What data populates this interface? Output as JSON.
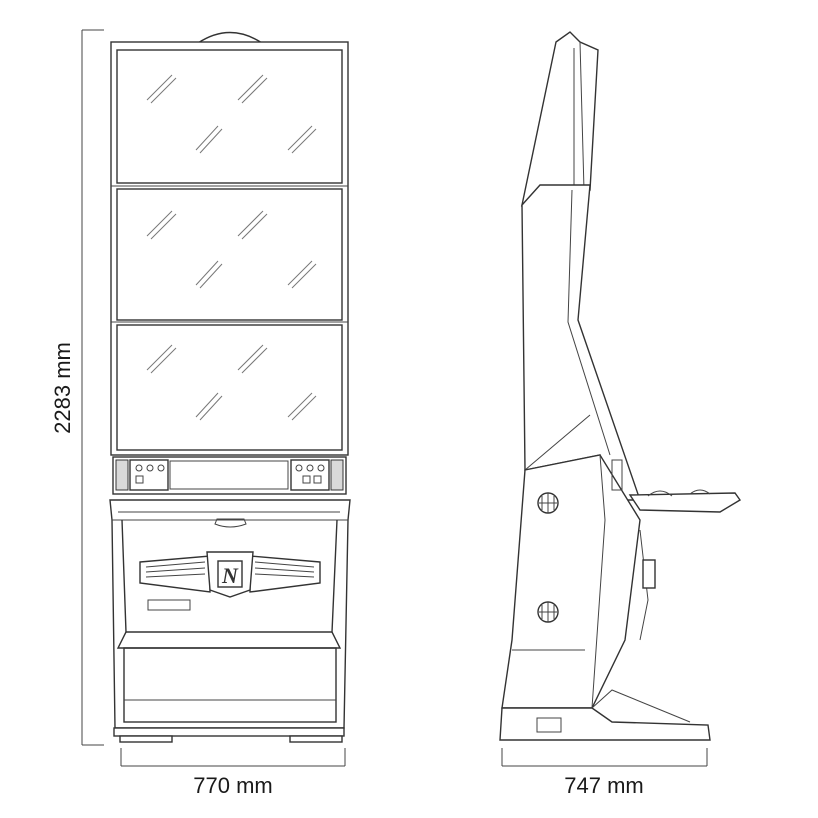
{
  "dimensions": {
    "height_label": "2283 mm",
    "front_width_label": "770 mm",
    "side_depth_label": "747 mm"
  },
  "logo": {
    "letter": "N"
  },
  "colors": {
    "line": "#333333",
    "background": "#ffffff",
    "panel_shade": "#d9d9d9"
  }
}
